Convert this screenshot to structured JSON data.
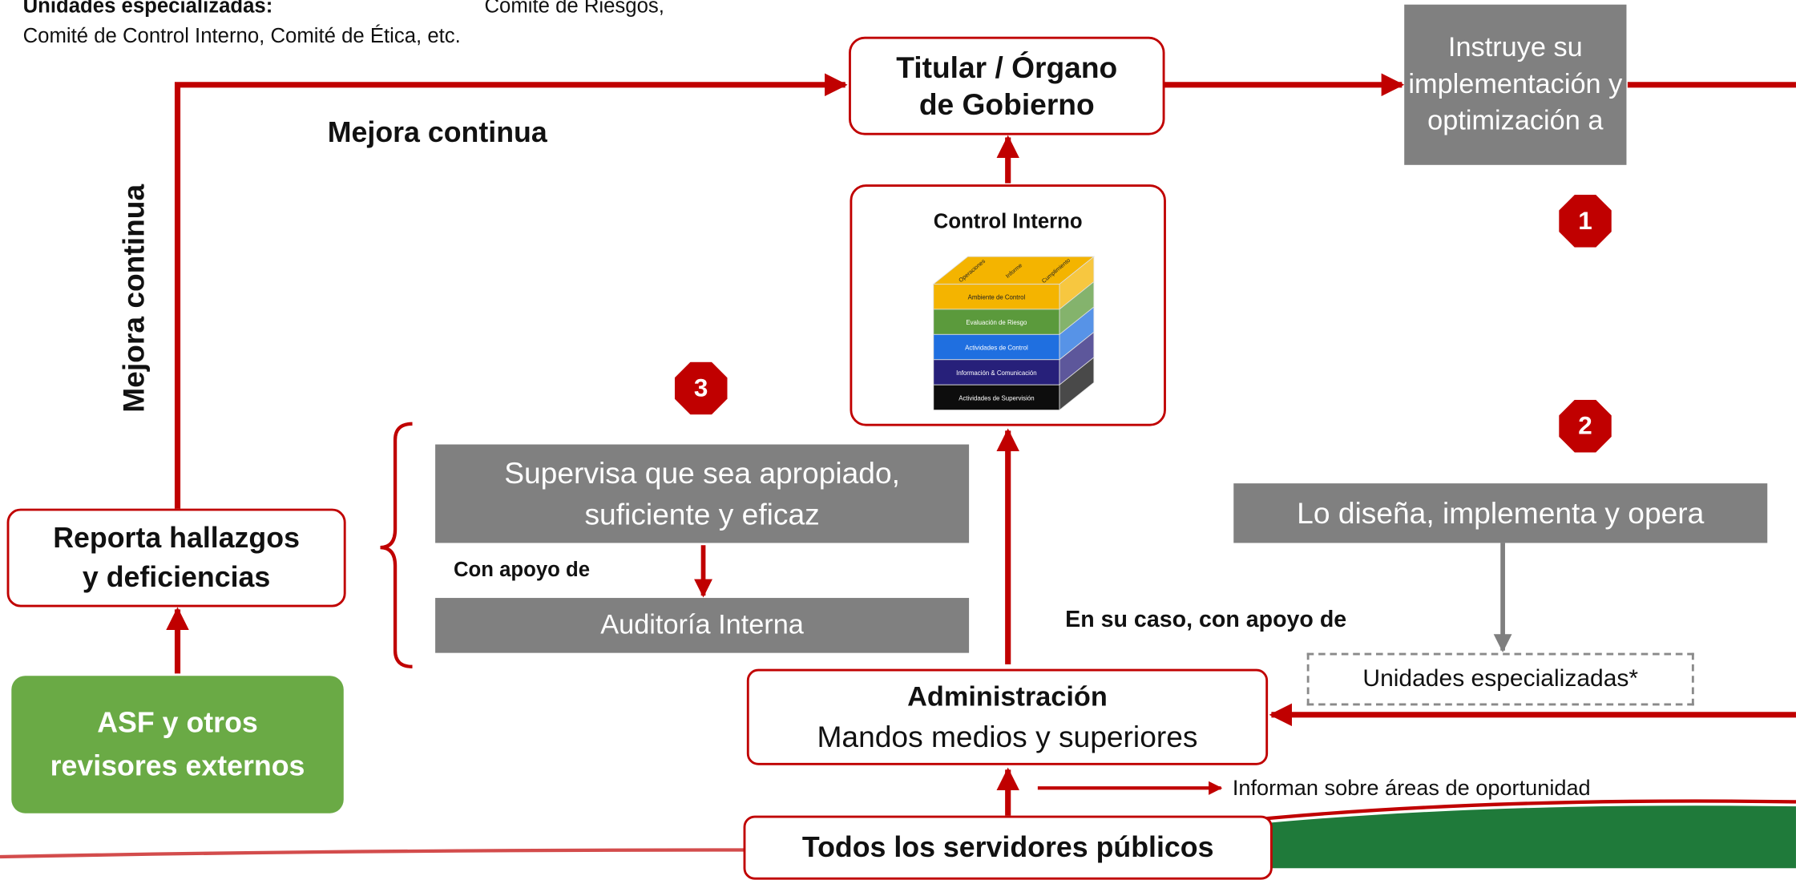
{
  "footnote": {
    "bold": "Unidades especializadas:",
    "rest": " Comité de Riesgos,",
    "line2": "Comité de Control Interno, Comité de Ética, etc."
  },
  "titular": {
    "line1": "Titular / Órgano",
    "line2": "de Gobierno"
  },
  "instruye": {
    "line1": "Instruye su",
    "line2": "implementación y",
    "line3": "optimización a"
  },
  "mejora_continua_label": "Mejora continua",
  "mejora_continua_vertical": "Mejora continua",
  "control_interno": {
    "title": "Control Interno",
    "cube_front_rows": [
      "Ambiente de Control",
      "Evaluación de Riesgo",
      "Actividades de Control",
      "Información & Comunicación",
      "Actividades de Supervisión"
    ],
    "cube_top_labels": [
      "Operaciones",
      "Informe",
      "Cumplimiento"
    ],
    "colors": [
      "#f4b400",
      "#5b9a3c",
      "#1f6fe0",
      "#27207a",
      "#0d0d0d"
    ]
  },
  "steps": [
    "1",
    "2",
    "3"
  ],
  "supervisa": {
    "line1": "Supervisa que sea apropiado,",
    "line2": "suficiente y eficaz"
  },
  "con_apoyo_de": "Con apoyo de",
  "auditoria": "Auditoría Interna",
  "reporta": {
    "line1": "Reporta hallazgos",
    "line2": "y deficiencias"
  },
  "asf": {
    "line1": "ASF y otros",
    "line2": "revisores externos"
  },
  "disena": "Lo diseña, implementa y opera",
  "en_su_caso": "En su caso, con apoyo de",
  "unidades": "Unidades especializadas*",
  "administracion": {
    "title": "Administración",
    "subtitle": "Mandos medios y superiores"
  },
  "informan": "Informan sobre áreas de oportunidad",
  "todos": "Todos los servidores públicos"
}
